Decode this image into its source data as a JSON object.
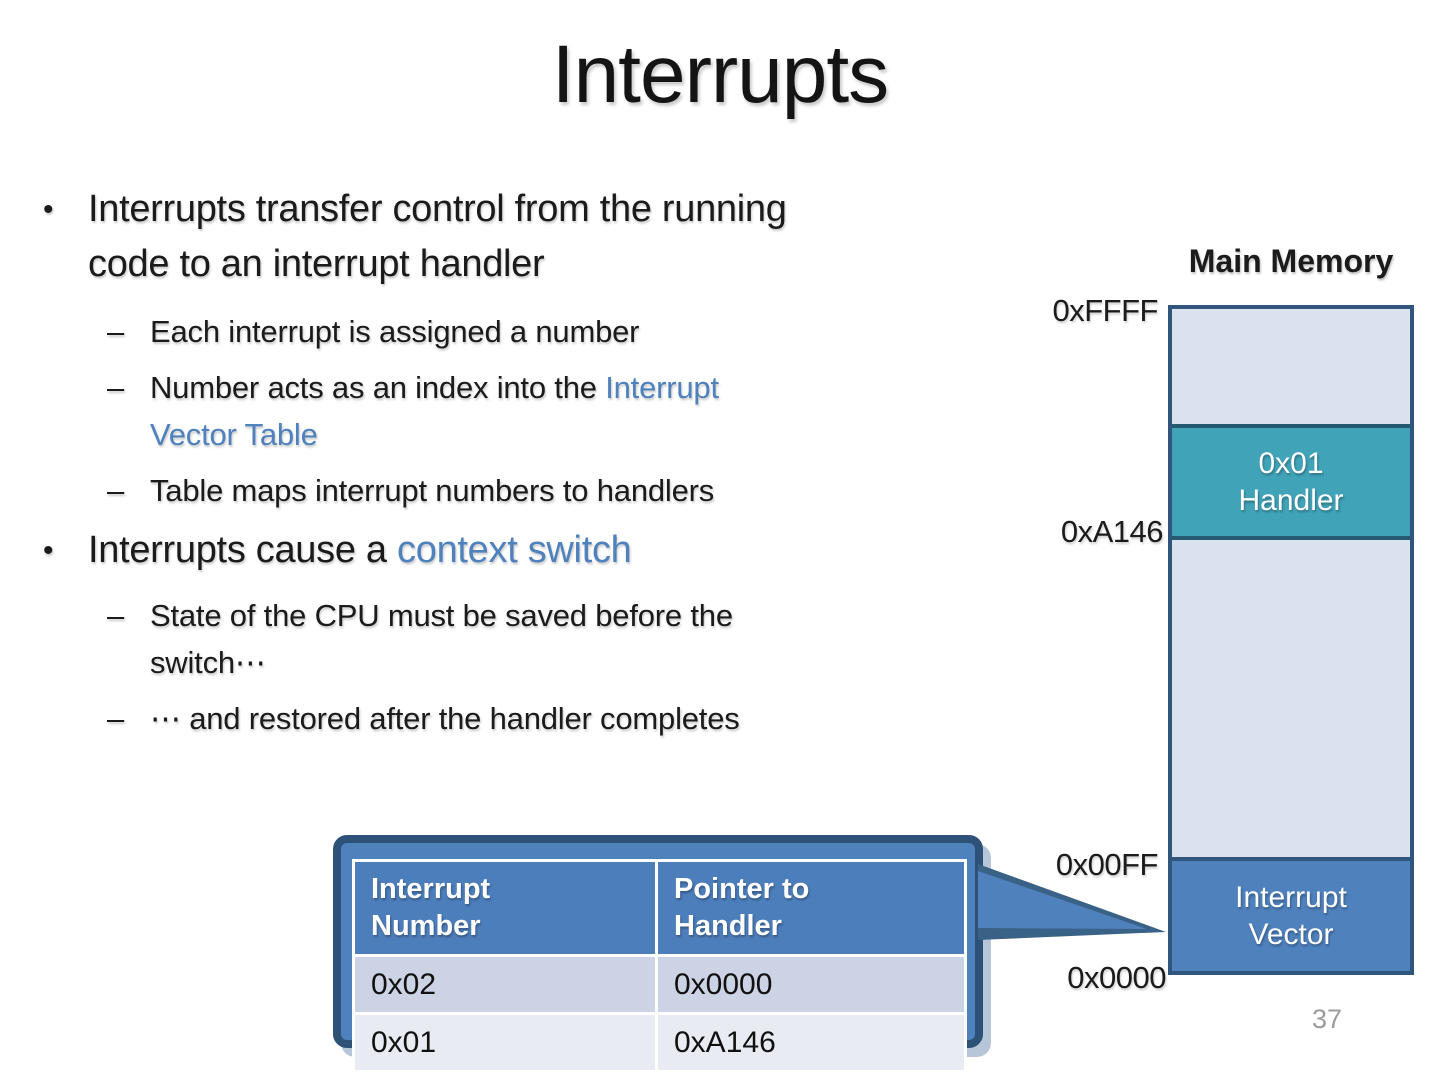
{
  "content": {
    "title": "Interrupts",
    "marker_l1": "•",
    "marker_l2": "–",
    "bullets": [
      {
        "lines": [
          [
            {
              "text": "Interrupts transfer control from the running"
            }
          ],
          [
            {
              "text": "code to an interrupt handler"
            }
          ]
        ]
      },
      {
        "lines": [
          [
            {
              "text": "Each interrupt is assigned a number"
            }
          ]
        ]
      },
      {
        "lines": [
          [
            {
              "text": "Number acts as an index into the "
            },
            {
              "text": "Interrupt",
              "accent": true
            }
          ],
          [
            {
              "text": "Vector Table",
              "accent": true
            }
          ]
        ]
      },
      {
        "lines": [
          [
            {
              "text": "Table maps interrupt numbers to handlers"
            }
          ]
        ]
      },
      {
        "lines": [
          [
            {
              "text": "Interrupts cause a "
            },
            {
              "text": "context switch",
              "accent": true
            }
          ]
        ]
      },
      {
        "lines": [
          [
            {
              "text": "State of the CPU must be saved before the"
            }
          ],
          [
            {
              "text": "switch⋯"
            }
          ]
        ]
      },
      {
        "lines": [
          [
            {
              "text": "⋯ and restored after the handler completes"
            }
          ]
        ]
      }
    ]
  },
  "memory": {
    "title": "Main Memory",
    "address_labels": [
      "0xFFFF",
      "0xA146",
      "0x00FF",
      "0x0000"
    ],
    "handler_block": {
      "line1": "0x01",
      "line2": "Handler"
    },
    "vector_block": {
      "line1": "Interrupt",
      "line2": "Vector"
    }
  },
  "table": {
    "headers": [
      {
        "line1": "Interrupt",
        "line2": "Number"
      },
      {
        "line1": "Pointer to",
        "line2": "Handler"
      }
    ],
    "rows": [
      [
        "0x02",
        "0x0000"
      ],
      [
        "0x01",
        "0xA146"
      ]
    ]
  },
  "page_number": "37",
  "colors": {
    "accent_blue": "#4f81bd",
    "callout_border": "#2e5277",
    "teal_block": "#41a3b8",
    "memory_fill": "#dbe2ef",
    "memory_border": "#31567d",
    "table_row_odd": "#ccd3e5",
    "table_row_even": "#e9ebf3",
    "page_number_gray": "#9b9b9b"
  }
}
